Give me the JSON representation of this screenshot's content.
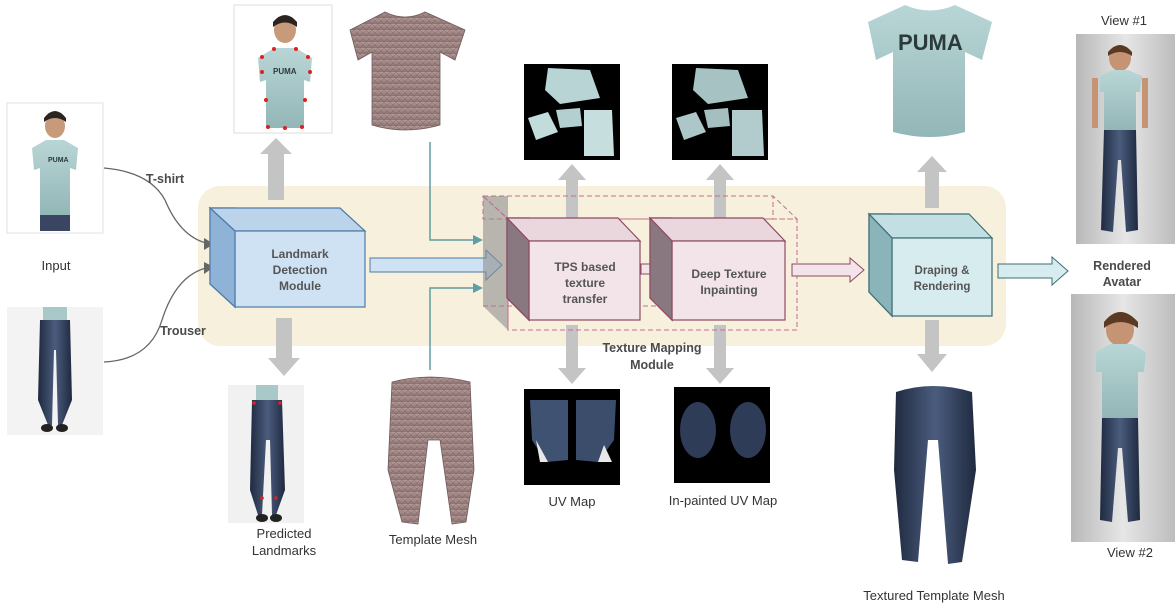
{
  "labels": {
    "input": "Input",
    "tshirt": "T-shirt",
    "trouser": "Trouser",
    "landmark_module": "Landmark Detection Module",
    "predicted_landmarks": "Predicted Landmarks",
    "template_mesh": "Template Mesh",
    "tps": "TPS based texture transfer",
    "deep_texture": "Deep Texture Inpainting",
    "texture_mapping_module": "Texture Mapping Module",
    "uv_map": "UV Map",
    "inpainted_uv_map": "In-painted UV Map",
    "draping": "Draping & Rendering",
    "textured_template_mesh": "Textured Template Mesh",
    "rendered_avatar": "Rendered Avatar",
    "view1": "View #1",
    "view2": "View #2",
    "puma_logo_text": "PUMA"
  },
  "colors": {
    "module_bg": "#f6f0dc",
    "landmark_box": "#cfe2f3",
    "texture_box": "#f2e4e9",
    "texture_box_border": "#8e4a62",
    "draping_box": "#d6ecef",
    "arrow_gray": "#c4c4c4",
    "arrow_teal": "#5f9ea4",
    "dashed_border": "#c07090",
    "shirt": "#a9c8c8",
    "jeans": "#2f3d57"
  }
}
